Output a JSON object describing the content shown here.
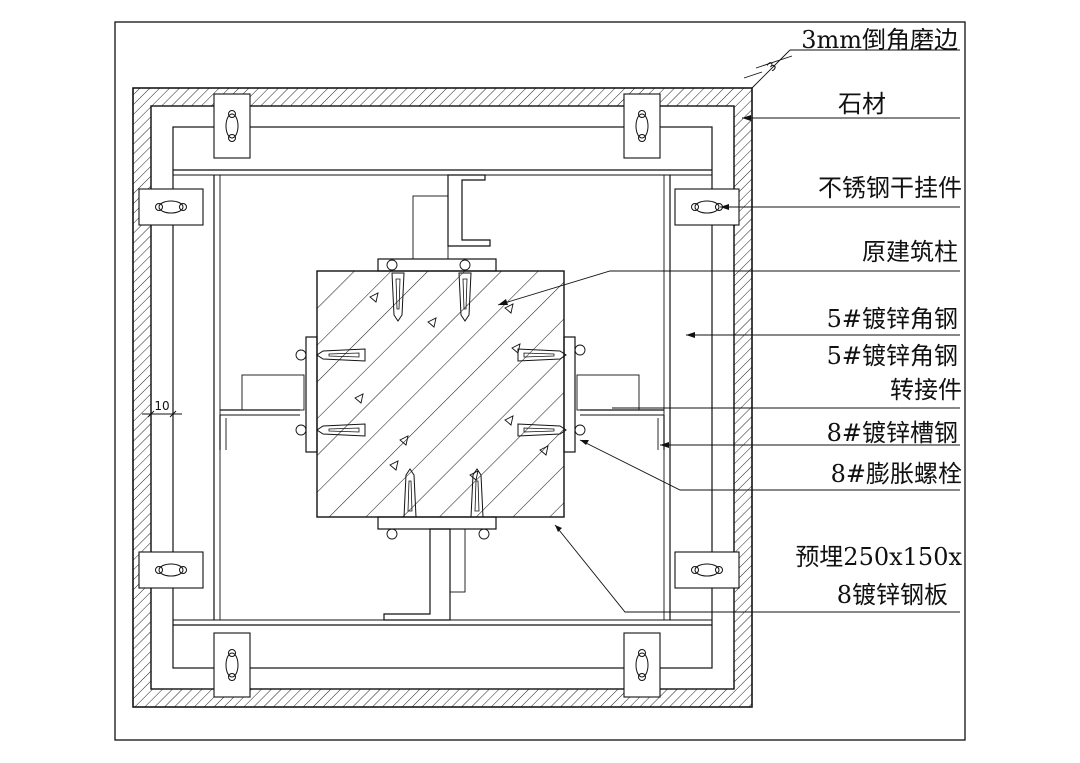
{
  "title": "",
  "labels": {
    "chamfer": "3mm倒角磨边",
    "stone": "石材",
    "hanger": "不锈钢干挂件",
    "column": "原建筑柱",
    "angle_steel": "5#镀锌角钢",
    "angle_transfer_1": "5#镀锌角钢",
    "angle_transfer_2": "转接件",
    "channel_steel": "8#镀锌槽钢",
    "bolt": "8#膨胀螺栓",
    "plate_1": "预埋250x150x",
    "plate_2": "8镀锌钢板"
  },
  "dimensions": {
    "gap": "10",
    "chamfer_mark": "3"
  }
}
